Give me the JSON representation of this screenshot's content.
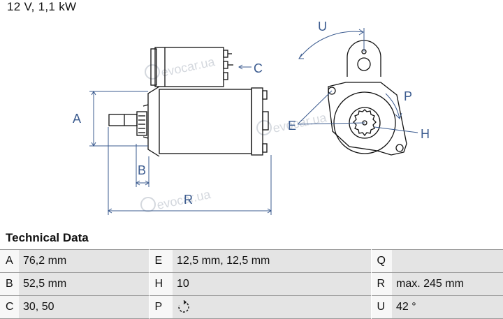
{
  "header": {
    "title": "12 V, 1,1 kW"
  },
  "diagram": {
    "labels": [
      "A",
      "B",
      "C",
      "E",
      "H",
      "P",
      "R",
      "U"
    ],
    "watermark": "evocar.ua"
  },
  "technical_data": {
    "title": "Technical Data",
    "rows": [
      {
        "k1": "A",
        "v1": "76,2 mm",
        "k2": "E",
        "v2": "12,5 mm, 12,5 mm",
        "k3": "Q",
        "v3": ""
      },
      {
        "k1": "B",
        "v1": "52,5 mm",
        "k2": "H",
        "v2": "10",
        "k3": "R",
        "v3": "max. 245 mm"
      },
      {
        "k1": "C",
        "v1": "30, 50",
        "k2": "P",
        "v2": "",
        "k3": "U",
        "v3": "42 °"
      }
    ],
    "p_symbol": "clockwise-rotation-icon"
  },
  "colors": {
    "line": "#3b5b8f",
    "drawing": "#111111",
    "row_value_bg": "#e4e4e4",
    "row_key_bg": "#f7f7f7"
  }
}
